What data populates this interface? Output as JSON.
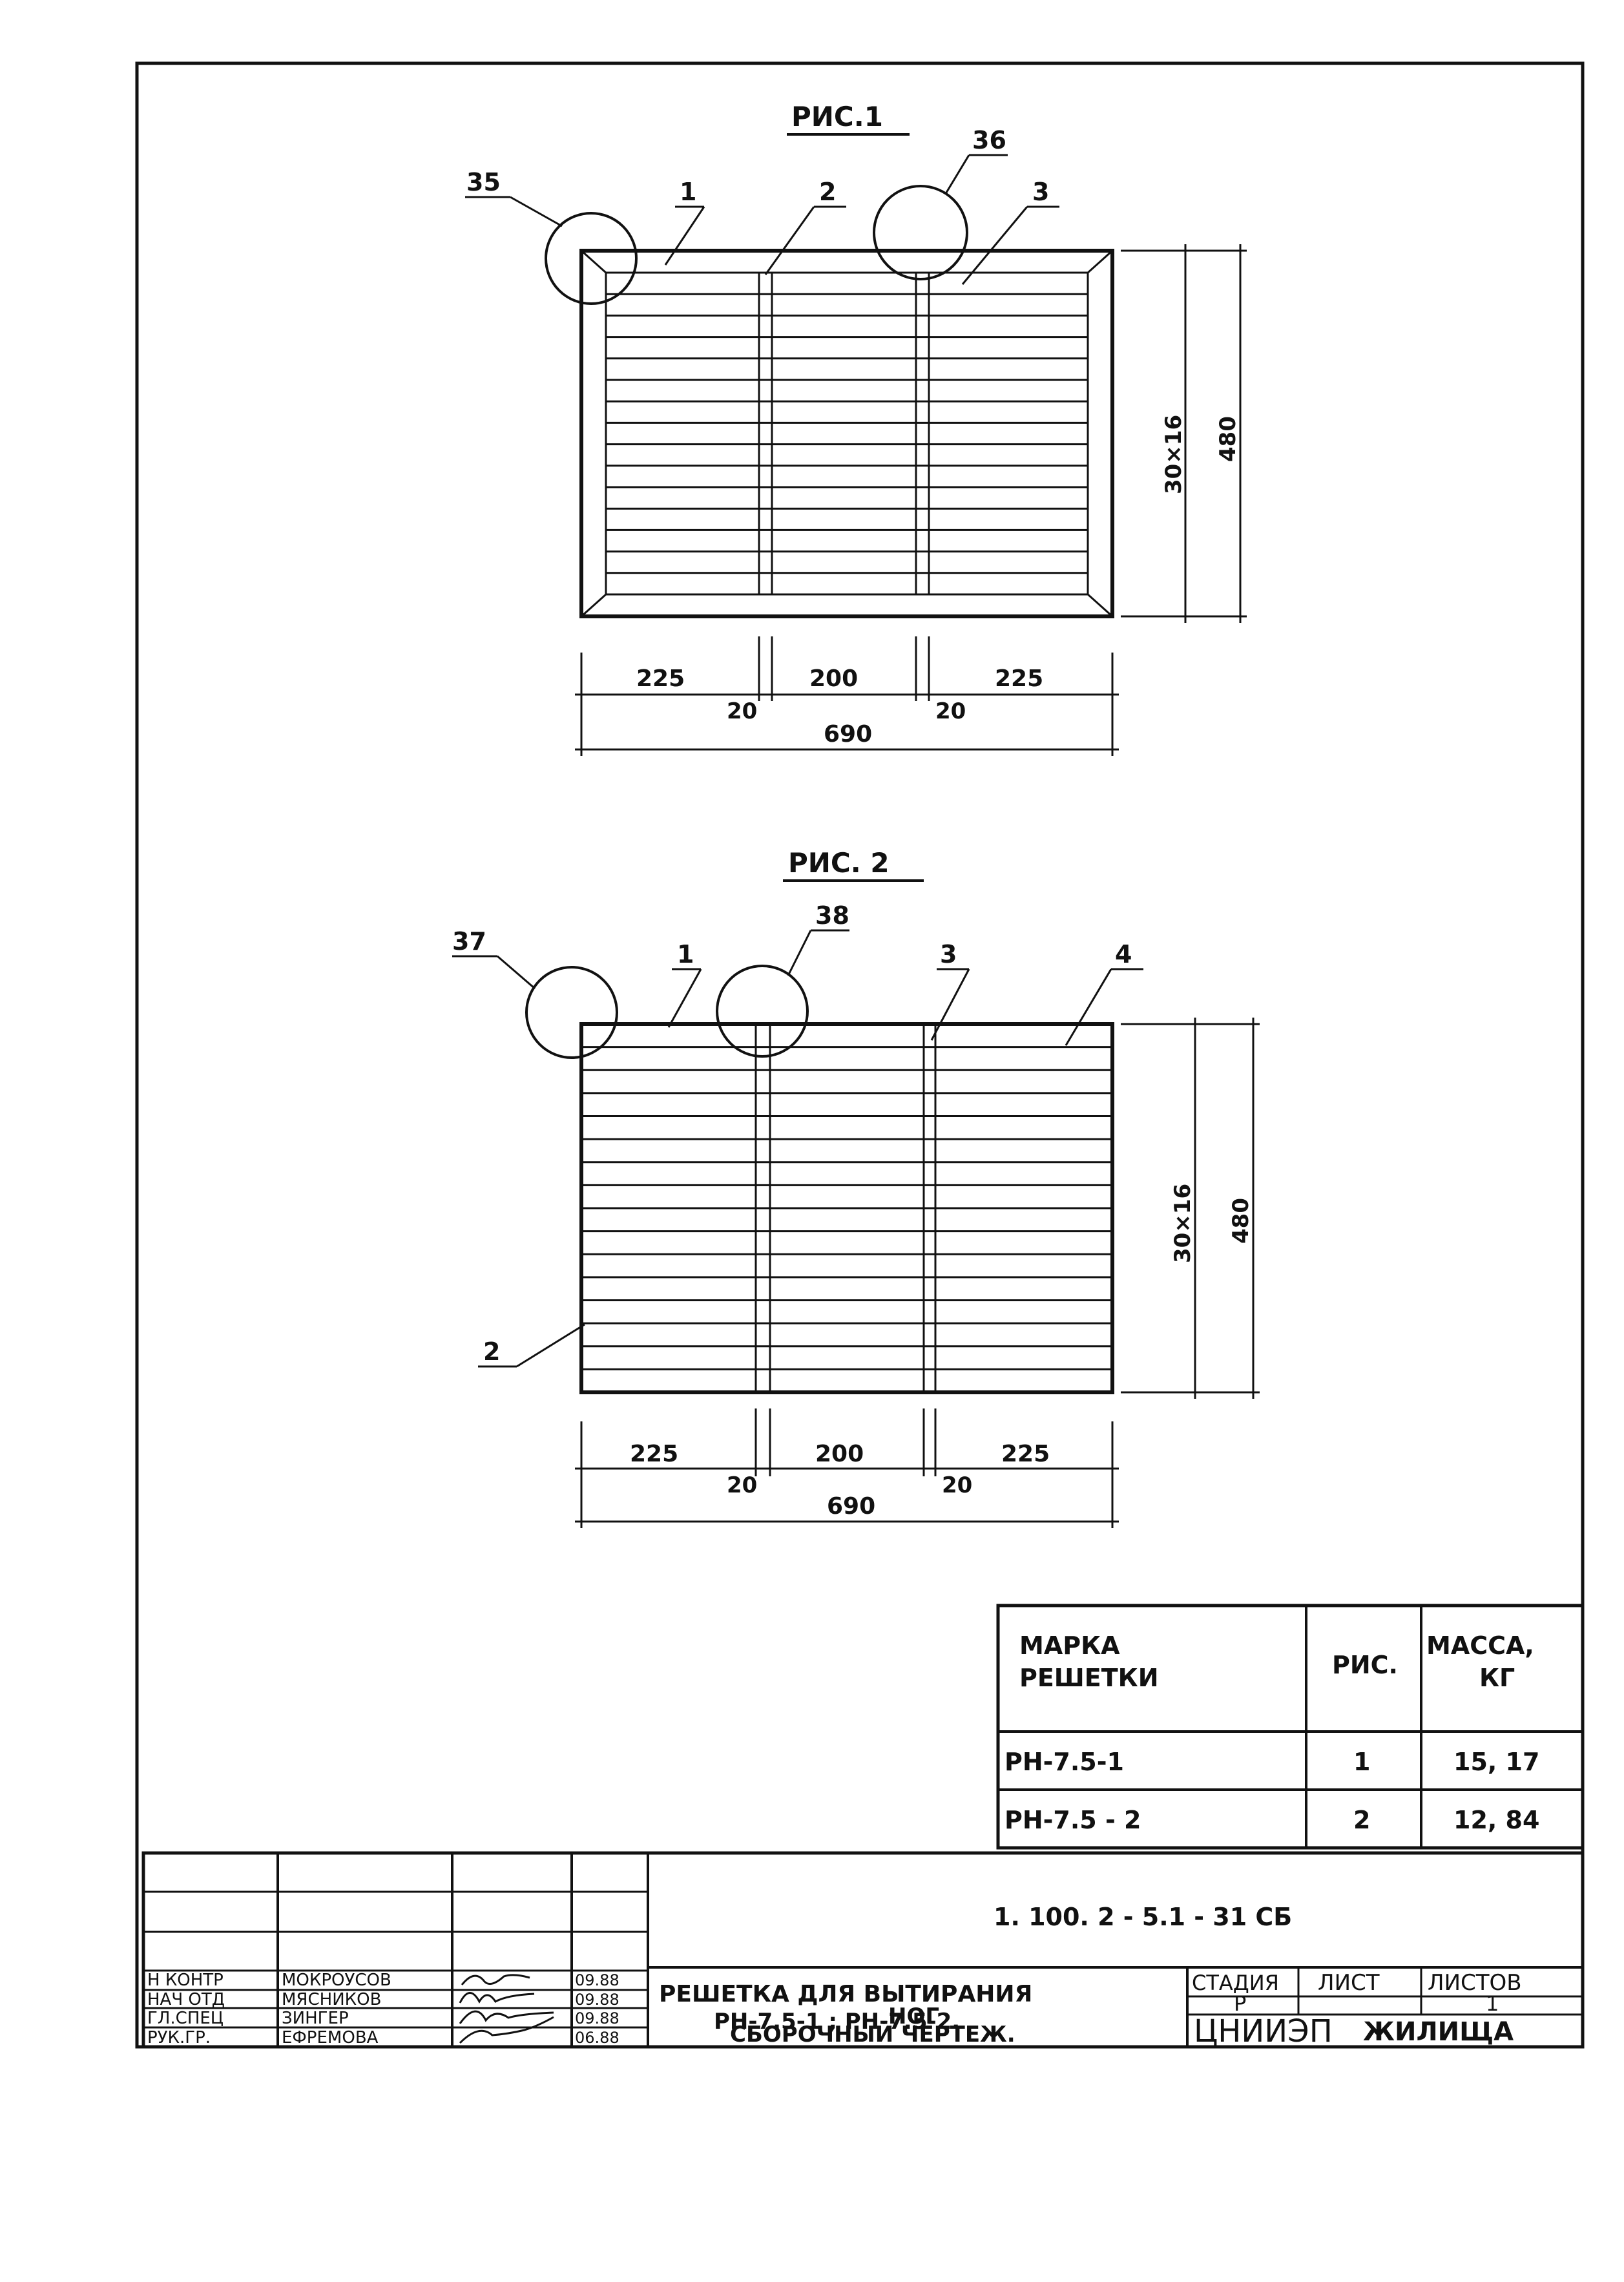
{
  "fig1": {
    "caption": "РИС.1",
    "callouts": {
      "c35": "35",
      "c36": "36",
      "p1": "1",
      "p2": "2",
      "p3": "3"
    },
    "dims": {
      "d30x16": "30×16",
      "d480": "480",
      "d225a": "225",
      "d200": "200",
      "d225b": "225",
      "d20a": "20",
      "d20b": "20",
      "d690": "690"
    }
  },
  "fig2": {
    "caption": "РИС. 2",
    "callouts": {
      "c37": "37",
      "c38": "38",
      "p1": "1",
      "p3": "3",
      "p4": "4",
      "p2": "2"
    },
    "dims": {
      "d30x16": "30×16",
      "d480": "480",
      "d225a": "225",
      "d200": "200",
      "d225b": "225",
      "d20a": "20",
      "d20b": "20",
      "d690": "690"
    }
  },
  "mark_table": {
    "headers": {
      "mark_l1": "МАРКА",
      "mark_l2": "РЕШЕТКИ",
      "fig": "РИС.",
      "mass_l1": "МАССА,",
      "mass_l2": "КГ"
    },
    "rows": [
      {
        "mark": "РН-7.5-1",
        "fig": "1",
        "mass": "15, 17"
      },
      {
        "mark": "РН-7.5 - 2",
        "fig": "2",
        "mass": "12, 84"
      }
    ]
  },
  "title_block": {
    "doc_code": "1. 100. 2 - 5.1 - 31 СБ",
    "title_l1": "РЕШЕТКА ДЛЯ ВЫТИРАНИЯ",
    "title_l2": "НОГ",
    "title_l3": "РН-7.5-1 ; РН-7.5-2.",
    "title_l4": "СБОРОЧНЫЙ ЧЕРТЕЖ.",
    "stage_h": "СТАДИЯ",
    "sheet_h": "ЛИСТ",
    "sheets_h": "ЛИСТОВ",
    "stage": "Р",
    "sheets": "1",
    "org_a": "ЦНИИЭП",
    "org_b": "ЖИЛИЩА",
    "people": [
      {
        "role": "Н КОНТР",
        "name": "МОКРОУСОВ",
        "date": "09.88"
      },
      {
        "role": "НАЧ ОТД",
        "name": "МЯСНИКОВ",
        "date": "09.88"
      },
      {
        "role": "ГЛ.СПЕЦ",
        "name": "ЗИНГЕР",
        "date": "09.88"
      },
      {
        "role": "РУК.ГР.",
        "name": "ЕФРЕМОВА",
        "date": "06.88"
      }
    ]
  }
}
